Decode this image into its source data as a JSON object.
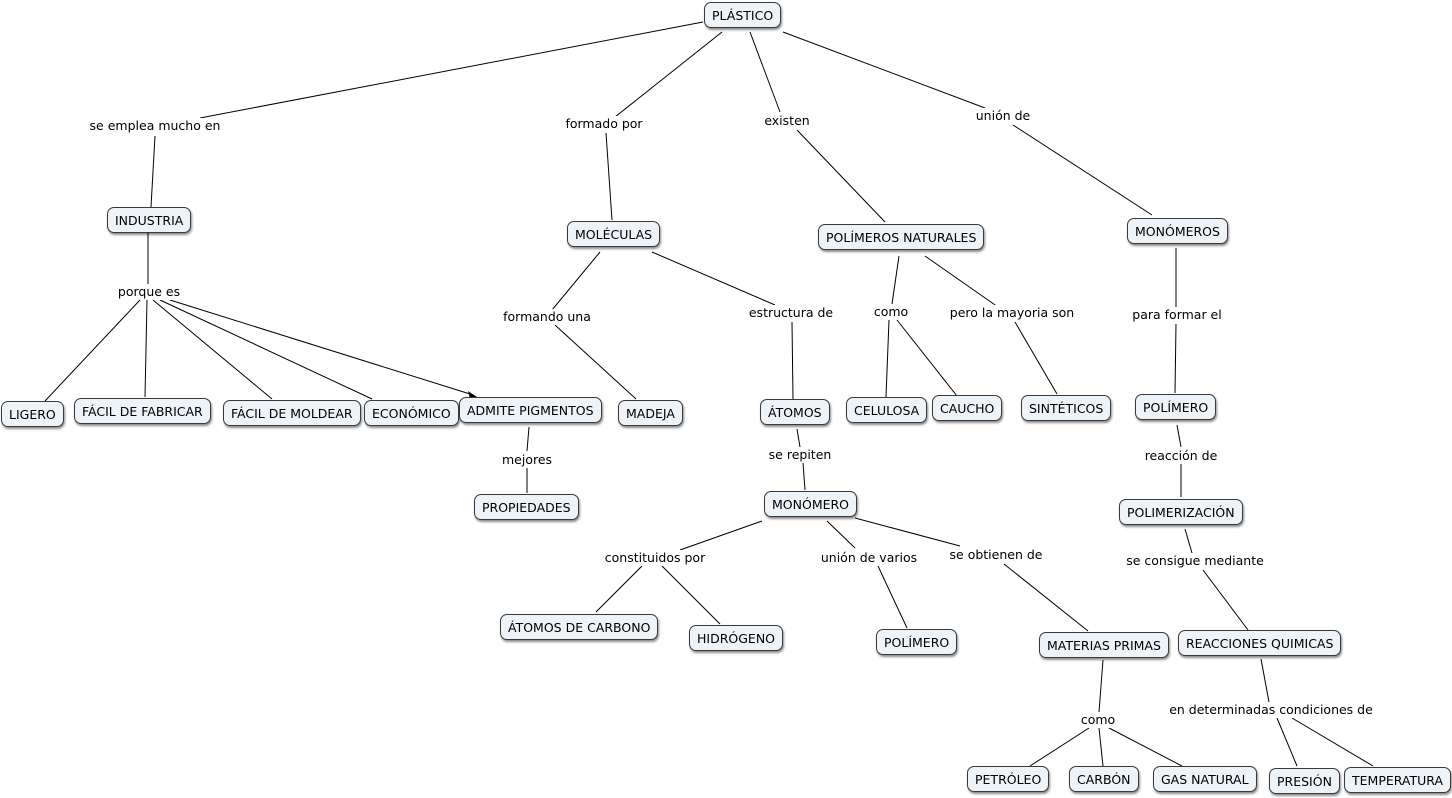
{
  "nodes": {
    "plastico": "PLÁSTICO",
    "industria": "INDUSTRIA",
    "moleculas": "MOLÉCULAS",
    "polimeros_naturales": "POLÍMEROS NATURALES",
    "monomeros": "MONÓMEROS",
    "ligero": "LIGERO",
    "facil_fabricar": "FÁCIL DE FABRICAR",
    "facil_moldear": "FÁCIL DE MOLDEAR",
    "economico": "ECONÓMICO",
    "admite_pigmentos": "ADMITE PIGMENTOS",
    "madeja": "MADEJA",
    "atomos": "ÁTOMOS",
    "celulosa": "CELULOSA",
    "caucho": "CAUCHO",
    "sinteticos": "SINTÉTICOS",
    "polimero_right": "POLÍMERO",
    "propiedades": "PROPIEDADES",
    "monomero": "MONÓMERO",
    "polimerizacion": "POLIMERIZACIÓN",
    "atomos_carbono": "ÁTOMOS DE CARBONO",
    "hidrogeno": "HIDRÓGENO",
    "polimero_center": "POLÍMERO",
    "materias_primas": "MATERIAS PRIMAS",
    "reacciones_quimicas": "REACCIONES QUIMICAS",
    "petroleo": "PETRÓLEO",
    "carbon": "CARBÓN",
    "gas_natural": "GAS NATURAL",
    "presion": "PRESIÓN",
    "temperatura": "TEMPERATURA"
  },
  "links": {
    "se_emplea": "se emplea mucho en",
    "formado_por": "formado por",
    "existen": "existen",
    "union_de": "unión de",
    "porque_es": "porque es",
    "formando_una": "formando una",
    "estructura_de": "estructura de",
    "como_naturales": "como",
    "pero_mayoria": "pero la mayoria son",
    "para_formar": "para formar el",
    "mejores": "mejores",
    "se_repiten": "se repiten",
    "reaccion_de": "reacción de",
    "constituidos_por": "constituidos por",
    "union_varios": "unión de varios",
    "se_obtienen": "se obtienen de",
    "se_consigue": "se consigue mediante",
    "como_materias": "como",
    "en_determinadas": "en determinadas condiciones de"
  }
}
